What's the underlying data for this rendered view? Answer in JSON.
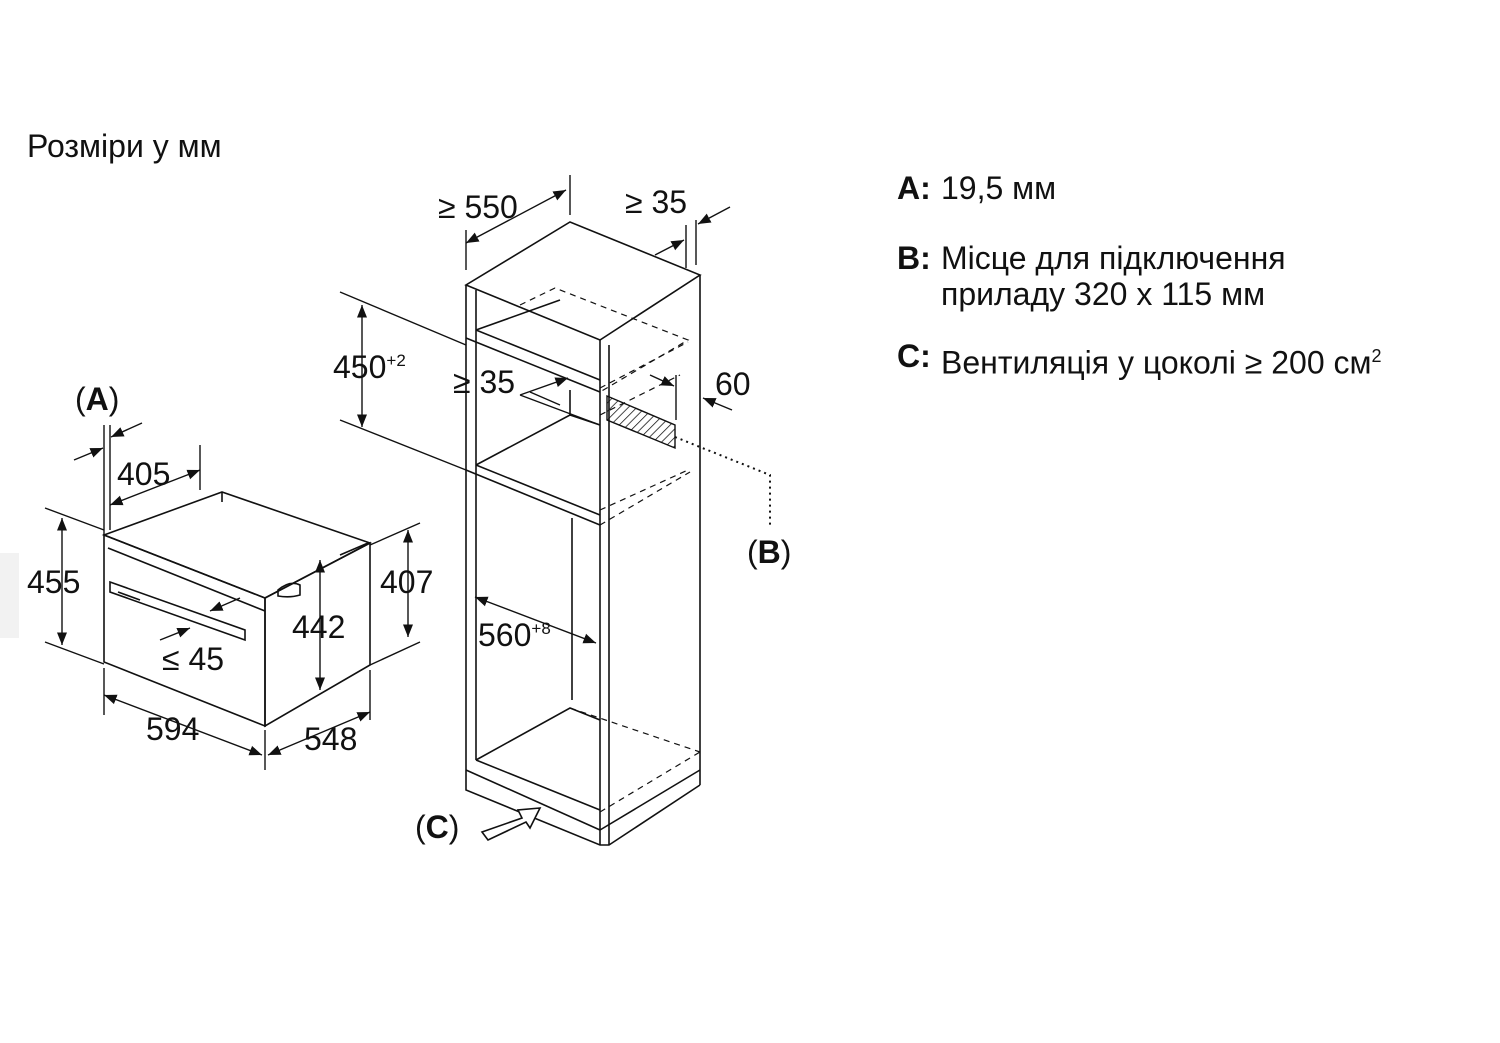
{
  "title": "Розміри у мм",
  "oven": {
    "label_a": "A",
    "width": "594",
    "depth": "548",
    "height": "455",
    "height_right": "407",
    "niche_depth": "405",
    "inner_height": "442",
    "door_gap": "≤ 45"
  },
  "cabinet": {
    "depth_min": "≥ 550",
    "rear_gap": "≥ 35",
    "shelf_gap": "≥ 35",
    "side_60": "60",
    "niche_height": "450",
    "niche_height_tol": "+2",
    "niche_width": "560",
    "niche_width_tol": "+8",
    "label_b": "B",
    "label_c": "C"
  },
  "legend": [
    {
      "key": "A:",
      "lines": [
        "19,5 мм"
      ]
    },
    {
      "key": "B:",
      "lines": [
        "Місце для підключення",
        "приладу 320 x 115 мм"
      ]
    },
    {
      "key": "C:",
      "lines": [
        "Вентиляція у цоколі ≥ 200 см"
      ],
      "sup": "2"
    }
  ]
}
